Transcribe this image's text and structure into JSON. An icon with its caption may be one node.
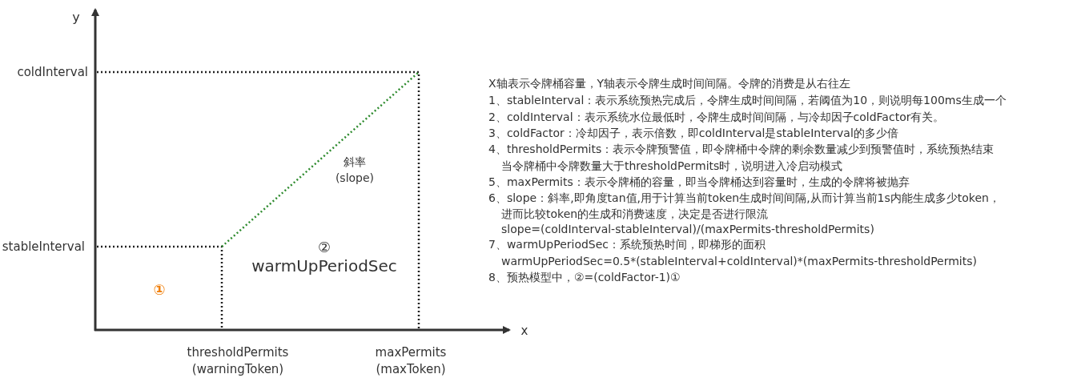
{
  "diagram": {
    "labels": [
      "y",
      "coldInterval",
      "斜率",
      "(slope)",
      "stableInterval",
      "②",
      "warmUpPeriodSec",
      "①",
      "x",
      "thresholdPermits",
      "(warningToken)",
      "maxPermits",
      "(maxToken)",
      "X轴表示令牌桶容量，Y轴表示令牌生成时间间隔。令牌的消费是从右往左",
      "1、stableInterval：表示系统预热完成后，令牌生成时间间隔，若阈值为10，则说明每100ms生成一个",
      "2、coldInterval：表示系统水位最低时，令牌生成时间间隔，与冷却因子coldFactor有关。",
      "3、coldFactor：冷却因子，表示倍数，即coldInterval是stableInterval的多少倍",
      "4、thresholdPermits：表示令牌预警值，即令牌桶中令牌的剩余数量减少到预警值时，系统预热结束",
      "当令牌桶中令牌数量大于thresholdPermits时，说明进入冷启动模式",
      "5、maxPermits：表示令牌桶的容量，即当令牌桶达到容量时，生成的令牌将被抛弃",
      "6、slope：斜率,即角度tan值,用于计算当前token生成时间间隔,从而计算当前1s内能生成多少token，",
      "进而比较token的生成和消费速度，决定是否进行限流",
      "slope=(coldInterval-stableInterval)/(maxPermits-thresholdPermits)",
      "7、warmUpPeriodSec：系统预热时间，即梯形的面积",
      "warmUpPeriodSec=0.5*(stableInterval+coldInterval)*(maxPermits-thresholdPermits)",
      "8、预热模型中，②=(coldFactor-1)①"
    ]
  }
}
